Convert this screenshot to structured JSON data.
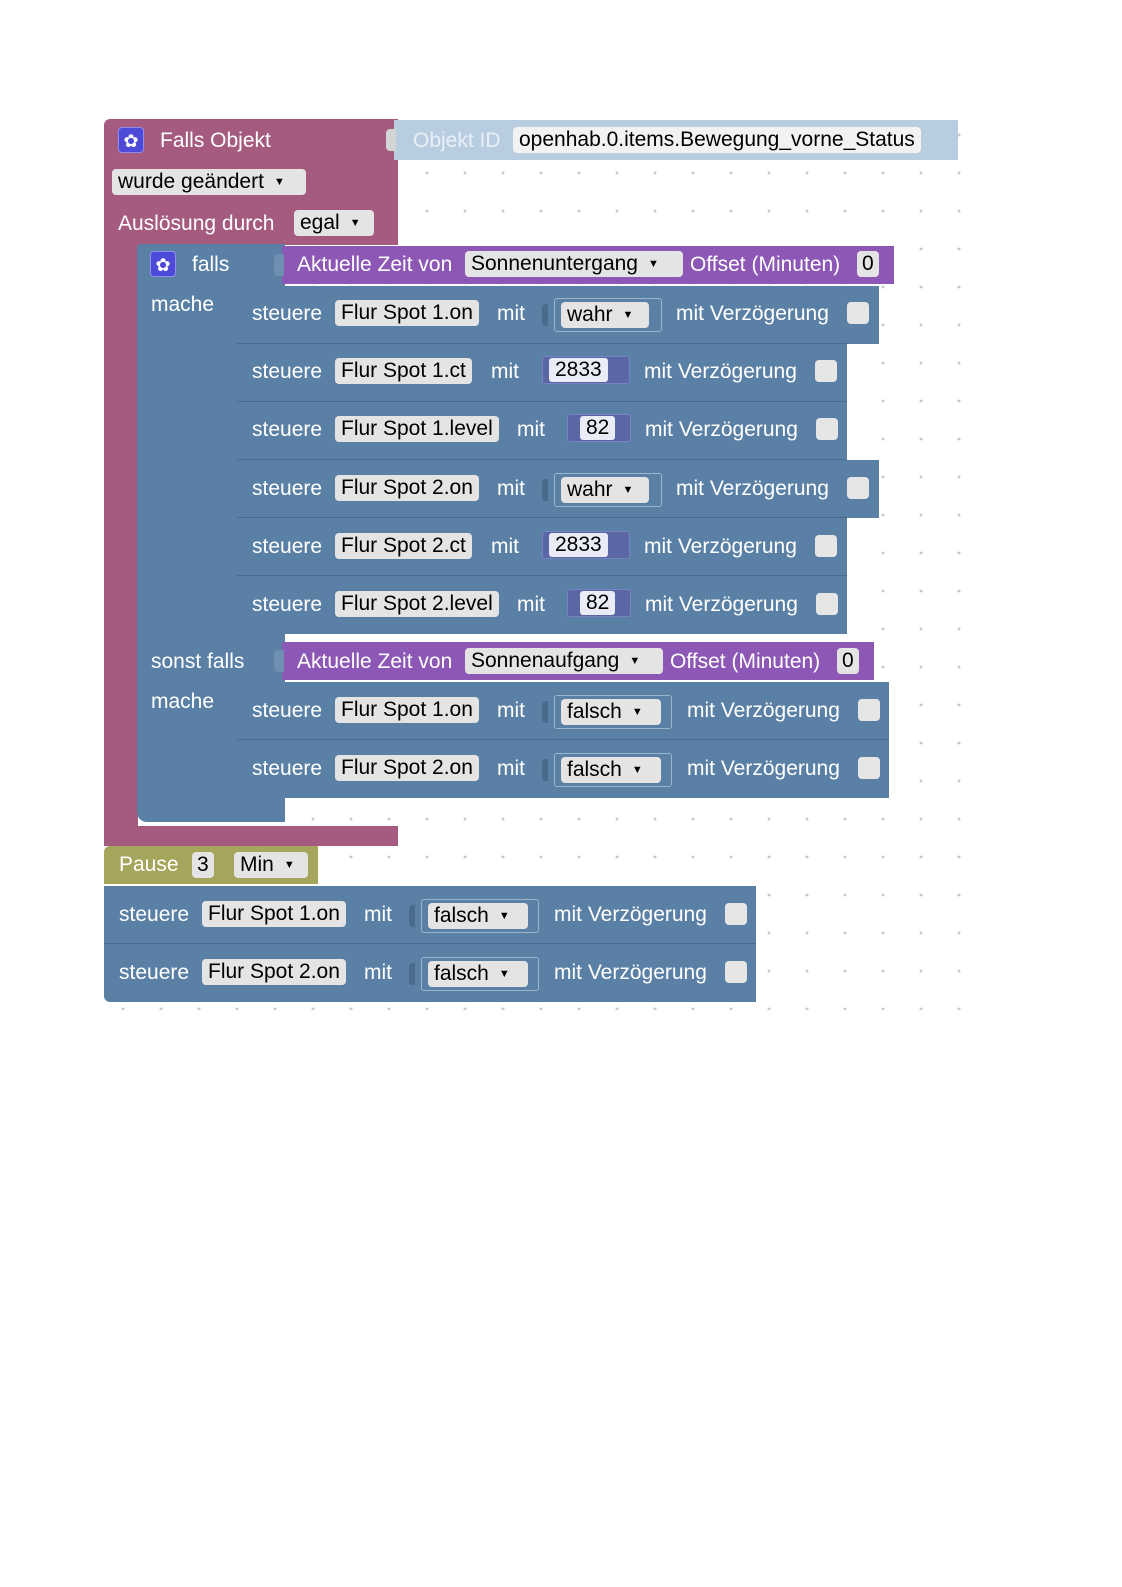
{
  "trigger": {
    "title": "Falls Objekt",
    "object_id_label": "Objekt ID",
    "object_id_value": "openhab.0.items.Bewegung_vorne_Status",
    "change_mode": "wurde geändert",
    "triggered_by_label": "Auslösung durch",
    "triggered_by_value": "egal"
  },
  "if_block": {
    "if_label": "falls",
    "do_label": "mache",
    "elseif_label": "sonst falls",
    "elseif_do_label": "mache",
    "condition1": {
      "prefix": "Aktuelle Zeit von",
      "option": "Sonnenuntergang",
      "offset_label": "Offset (Minuten)",
      "offset_value": "0"
    },
    "condition2": {
      "prefix": "Aktuelle Zeit von",
      "option": "Sonnenaufgang",
      "offset_label": "Offset (Minuten)",
      "offset_value": "0"
    }
  },
  "common": {
    "control_label": "steuere",
    "with_label": "mit",
    "delay_label": "mit Verzögerung"
  },
  "do_statements": [
    {
      "target": "Flur Spot 1.on",
      "value": "wahr"
    },
    {
      "target": "Flur Spot 1.ct",
      "value": "2833"
    },
    {
      "target": "Flur Spot 1.level",
      "value": "82"
    },
    {
      "target": "Flur Spot 2.on",
      "value": "wahr"
    },
    {
      "target": "Flur Spot 2.ct",
      "value": "2833"
    },
    {
      "target": "Flur Spot 2.level",
      "value": "82"
    }
  ],
  "elseif_statements": [
    {
      "target": "Flur Spot 1.on",
      "value": "falsch"
    },
    {
      "target": "Flur Spot 2.on",
      "value": "falsch"
    }
  ],
  "pause": {
    "label": "Pause",
    "value": "3",
    "unit": "Min"
  },
  "after_statements": [
    {
      "target": "Flur Spot 1.on",
      "value": "falsch"
    },
    {
      "target": "Flur Spot 2.on",
      "value": "falsch"
    }
  ],
  "icons": {
    "block": "gear-icon",
    "dropdown": "dropdown-arrow-icon"
  },
  "colors": {
    "trigger": "#a55b80",
    "logic": "#5b80a5",
    "time": "#8d57b5",
    "pause": "#a5a55b",
    "object_id": "#b8cde0"
  }
}
